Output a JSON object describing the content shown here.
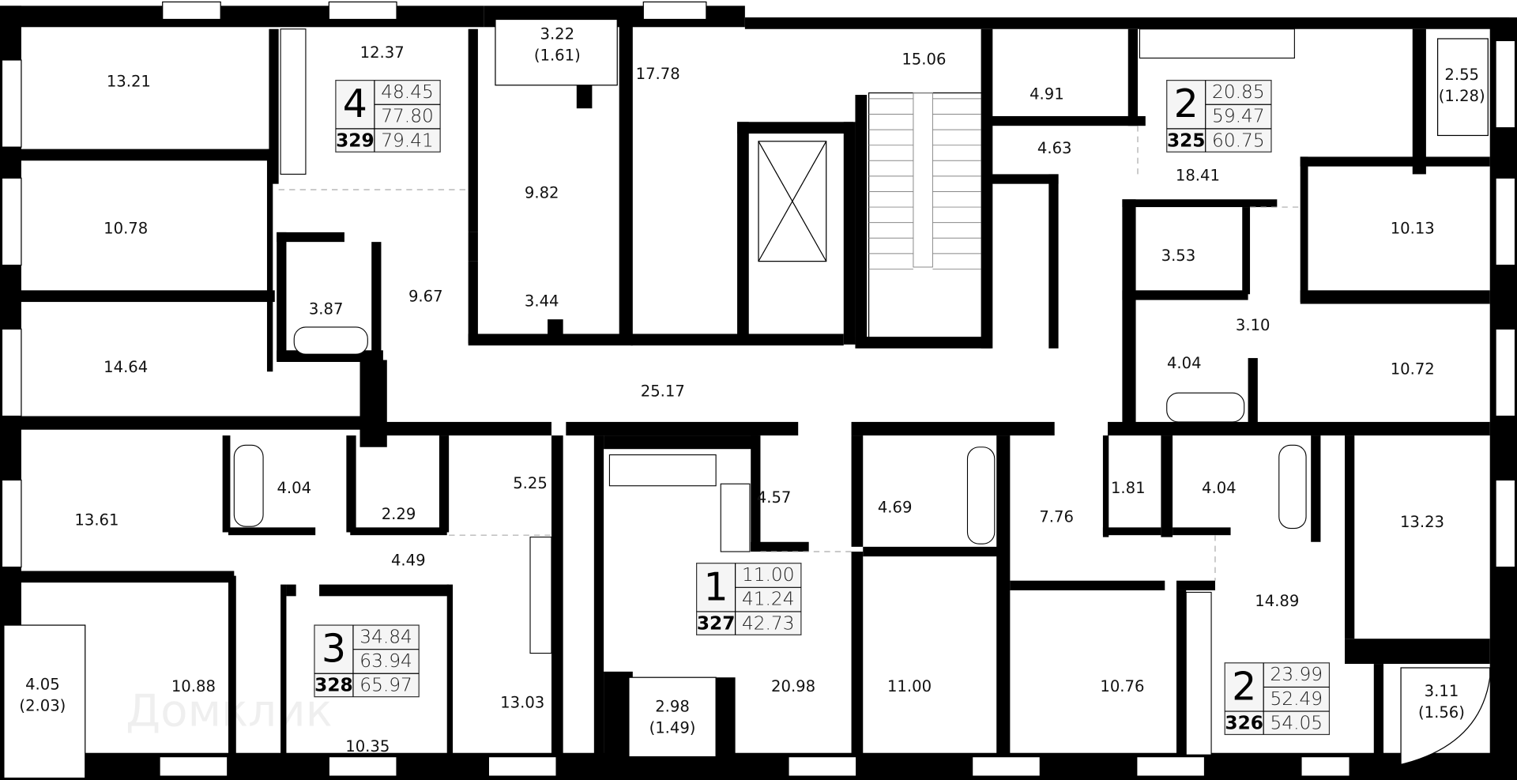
{
  "watermark": "Домклик",
  "common_areas": {
    "corridor": "25.17",
    "lift_hall": "17.78",
    "stairwell": "15.06"
  },
  "apartments": [
    {
      "number": "329",
      "rooms": "4",
      "living_area": "48.45",
      "total_area": "77.80",
      "total_with_balcony": "79.41",
      "room_areas": [
        "13.21",
        "12.37",
        "10.78",
        "14.64",
        "3.87",
        "9.67",
        "9.82",
        "3.44"
      ],
      "balcony": {
        "area": "3.22",
        "reduced": "(1.61)"
      }
    },
    {
      "number": "325",
      "rooms": "2",
      "living_area": "20.85",
      "total_area": "59.47",
      "total_with_balcony": "60.75",
      "room_areas": [
        "4.91",
        "4.63",
        "18.41",
        "3.53",
        "3.10",
        "10.13",
        "4.04",
        "10.72"
      ],
      "balcony": {
        "area": "2.55",
        "reduced": "(1.28)"
      }
    },
    {
      "number": "328",
      "rooms": "3",
      "living_area": "34.84",
      "total_area": "63.94",
      "total_with_balcony": "65.97",
      "room_areas": [
        "13.61",
        "4.04",
        "2.29",
        "5.25",
        "4.49",
        "10.88",
        "10.35",
        "13.03"
      ],
      "balcony": {
        "area": "4.05",
        "reduced": "(2.03)"
      }
    },
    {
      "number": "327",
      "rooms": "1",
      "living_area": "11.00",
      "total_area": "41.24",
      "total_with_balcony": "42.73",
      "room_areas": [
        "4.57",
        "4.69",
        "20.98",
        "11.00"
      ],
      "balcony": {
        "area": "2.98",
        "reduced": "(1.49)"
      }
    },
    {
      "number": "326",
      "rooms": "2",
      "living_area": "23.99",
      "total_area": "52.49",
      "total_with_balcony": "54.05",
      "room_areas": [
        "7.76",
        "1.81",
        "4.04",
        "13.23",
        "14.89",
        "10.76"
      ],
      "balcony": {
        "area": "3.11",
        "reduced": "(1.56)"
      }
    }
  ]
}
